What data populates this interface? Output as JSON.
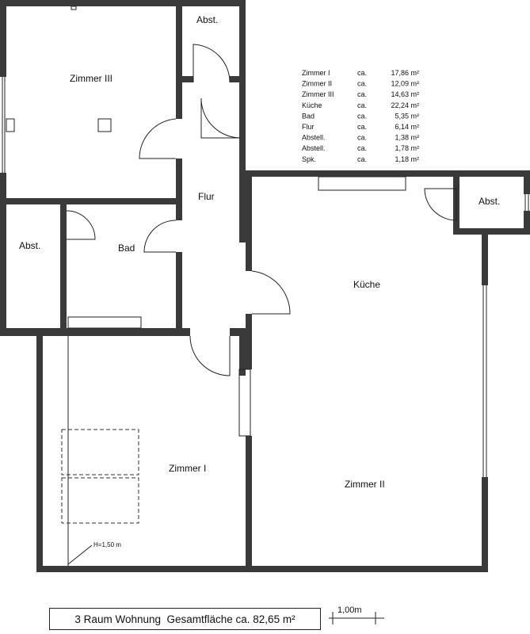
{
  "rooms": {
    "zimmer3": "Zimmer III",
    "abst_top": "Abst.",
    "flur": "Flur",
    "abst_left": "Abst.",
    "bad": "Bad",
    "kueche": "Küche",
    "abst_right": "Abst.",
    "zimmer1": "Zimmer  I",
    "zimmer2": "Zimmer II",
    "height_note": "H=1,50 m"
  },
  "area_table": [
    {
      "room": "Zimmer I",
      "ca": "ca.",
      "area": "17,86 m²"
    },
    {
      "room": "Zimmer II",
      "ca": "ca.",
      "area": "12,09 m²"
    },
    {
      "room": "Zimmer III",
      "ca": "ca.",
      "area": "14,63 m²"
    },
    {
      "room": "Küche",
      "ca": "ca.",
      "area": "22,24 m²"
    },
    {
      "room": "Bad",
      "ca": "ca.",
      "area": "5,35 m²"
    },
    {
      "room": "Flur",
      "ca": "ca.",
      "area": "6,14 m²"
    },
    {
      "room": "Abstell.",
      "ca": "ca.",
      "area": "1,38 m²"
    },
    {
      "room": "Abstell.",
      "ca": "ca.",
      "area": "1,78 m²"
    },
    {
      "room": "Spk.",
      "ca": "ca.",
      "area": "1,18 m²"
    }
  ],
  "footer": {
    "total": "3 Raum Wohnung  Gesamtfläche ca. 82,65 m²",
    "scale": "1,00m"
  }
}
